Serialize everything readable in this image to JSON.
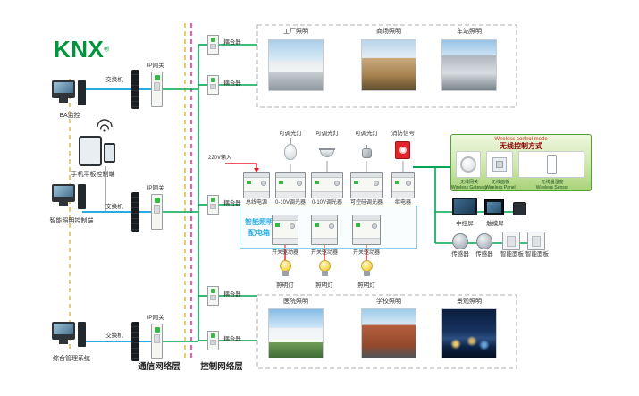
{
  "logo": {
    "text": "KNX",
    "reg": "®"
  },
  "layers": {
    "comm": "通信网络层",
    "ctrl": "控制网络层"
  },
  "left": {
    "pc1": "BA监控",
    "tablet": "手机平板控制端",
    "pc2": "智能照明控制端",
    "pc3": "综合管理系统"
  },
  "network": {
    "switch": "交换机",
    "gateway": "IP网关",
    "coupler": "耦合器"
  },
  "top_group": {
    "photos": [
      "工厂照明",
      "商场照明",
      "车站照明"
    ]
  },
  "bottom_group": {
    "photos": [
      "医院照明",
      "学校照明",
      "景观照明"
    ]
  },
  "middle": {
    "input_220v": "220V输入",
    "lamp_labels": [
      "可调光灯",
      "可调光灯",
      "可调光灯",
      "消防信号"
    ],
    "modules": [
      "总线电源",
      "0-10V调光器",
      "0-10V调光器",
      "可控硅调光器",
      "继电器"
    ],
    "dist_box": {
      "line1": "智能照明",
      "line2": "配电箱"
    },
    "driver": "开关驱动器",
    "lamp": "照明灯"
  },
  "wireless": {
    "title_en": "Wireless control mode",
    "title_cn": "无线控制方式",
    "items": [
      {
        "cn": "无线网关",
        "en": "Wireless Gateway"
      },
      {
        "cn": "无线面板",
        "en": "Wireless Panel"
      },
      {
        "cn": "无线温湿度",
        "en": "Wireless Sensor"
      }
    ]
  },
  "right": {
    "screen1": "中控屏",
    "screen2": "触摸屏",
    "sensor": "传感器",
    "panel": "智能面板"
  },
  "colors": {
    "bus_green": "#00a651",
    "comm_blue": "#29abe2",
    "ctrl_magenta": "#ec008c",
    "power_red": "#ed1c24",
    "layer_yellow": "#d8b420"
  }
}
